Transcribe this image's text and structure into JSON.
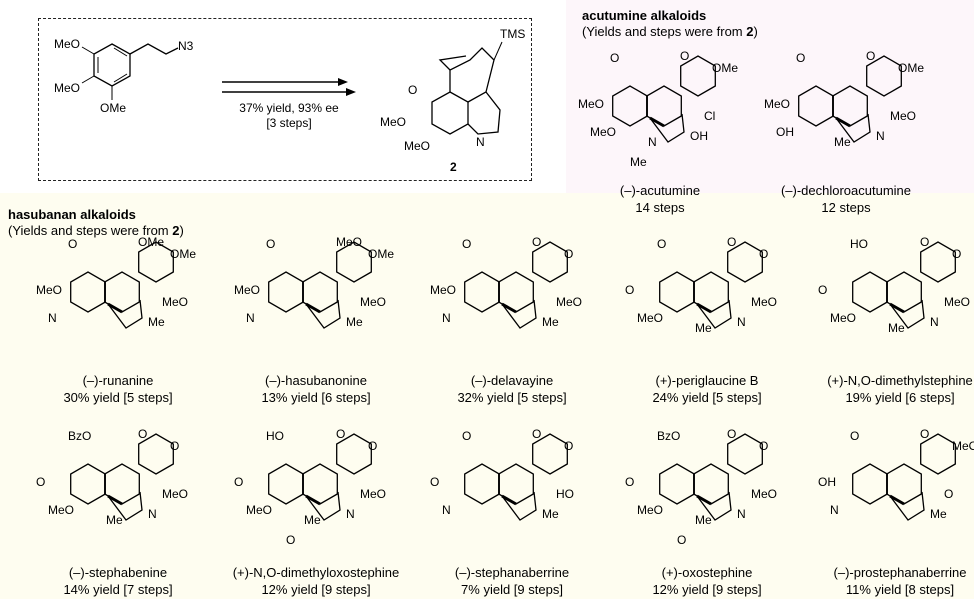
{
  "scheme": {
    "start_labels": [
      "MeO",
      "MeO",
      "OMe",
      "N3"
    ],
    "conditions": "37% yield, 93% ee",
    "steps": "[3 steps]",
    "product_labels": [
      "TMS",
      "O",
      "MeO",
      "MeO",
      "N"
    ],
    "product_number": "2"
  },
  "acutumine": {
    "title": "acutumine alkaloids",
    "subtitle_prefix": "(Yields and steps were from ",
    "subtitle_ref": "2",
    "subtitle_suffix": ")",
    "compounds": [
      {
        "name": "(–)-acutumine",
        "info": "14 steps",
        "labels": [
          "O",
          "O",
          "OMe",
          "MeO",
          "Cl",
          "MeO",
          "OH",
          "N",
          "Me"
        ]
      },
      {
        "name": "(–)-dechloroacutumine",
        "info": "12 steps",
        "labels": [
          "O",
          "O",
          "OMe",
          "MeO",
          "MeO",
          "OH",
          "N",
          "Me"
        ]
      }
    ]
  },
  "hasubanan": {
    "title": "hasubanan alkaloids",
    "subtitle_prefix": "(Yields and steps were from ",
    "subtitle_ref": "2",
    "subtitle_suffix": ")",
    "compounds": [
      {
        "name": "(–)-runanine",
        "info": "30% yield [5 steps]",
        "labels": [
          "O",
          "OMe",
          "OMe",
          "MeO",
          "MeO",
          "N",
          "Me"
        ]
      },
      {
        "name": "(–)-hasubanonine",
        "info": "13% yield [6 steps]",
        "labels": [
          "O",
          "MeO",
          "OMe",
          "MeO",
          "MeO",
          "N",
          "Me"
        ]
      },
      {
        "name": "(–)-delavayine",
        "info": "32% yield [5 steps]",
        "labels": [
          "O",
          "O",
          "O",
          "MeO",
          "MeO",
          "N",
          "Me"
        ]
      },
      {
        "name": "(+)-periglaucine B",
        "info": "24% yield [5 steps]",
        "labels": [
          "O",
          "O",
          "O",
          "O",
          "MeO",
          "MeO",
          "N",
          "Me"
        ]
      },
      {
        "name": "(+)-N,O-dimethylstephine",
        "info": "19% yield [6 steps]",
        "labels": [
          "HO",
          "O",
          "O",
          "O",
          "MeO",
          "MeO",
          "N",
          "Me"
        ]
      },
      {
        "name": "(–)-stephabenine",
        "info": "14% yield [7 steps]",
        "labels": [
          "BzO",
          "O",
          "O",
          "O",
          "MeO",
          "MeO",
          "N",
          "Me"
        ]
      },
      {
        "name": "(+)-N,O-dimethyloxostephine",
        "info": "12% yield [9 steps]",
        "labels": [
          "HO",
          "O",
          "O",
          "O",
          "MeO",
          "MeO",
          "N",
          "Me",
          "O"
        ]
      },
      {
        "name": "(–)-stephanaberrine",
        "info": "7% yield [9 steps]",
        "labels": [
          "O",
          "O",
          "O",
          "O",
          "HO",
          "N",
          "Me"
        ]
      },
      {
        "name": "(+)-oxostephine",
        "info": "12% yield [9 steps]",
        "labels": [
          "BzO",
          "O",
          "O",
          "O",
          "MeO",
          "MeO",
          "N",
          "Me",
          "O"
        ]
      },
      {
        "name": "(–)-prostephanaberrine",
        "info": "11% yield [8 steps]",
        "labels": [
          "O",
          "O",
          "MeO",
          "OH",
          "O",
          "N",
          "Me"
        ]
      }
    ]
  }
}
